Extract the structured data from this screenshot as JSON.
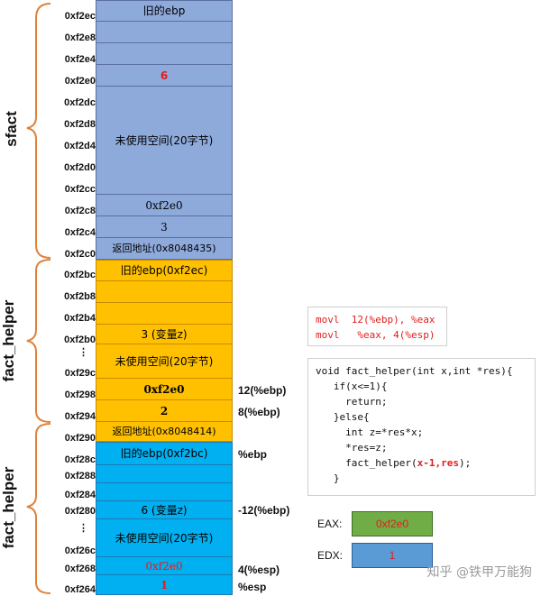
{
  "addresses": [
    "0xf2ec",
    "0xf2e8",
    "0xf2e4",
    "0xf2e0",
    "0xf2dc",
    "0xf2d8",
    "0xf2d4",
    "0xf2d0",
    "0xf2cc",
    "0xf2c8",
    "0xf2c4",
    "0xf2c0",
    "0xf2bc",
    "0xf2b8",
    "0xf2b4",
    "0xf2b0",
    "⋮",
    "0xf29c",
    "0xf298",
    "0xf294",
    "0xf290",
    "0xf28c",
    "0xf288",
    "0xf284",
    "0xf280",
    "⋮",
    "0xf26c",
    "0xf268",
    "0xf264"
  ],
  "cells": {
    "old_ebp": "旧的ebp",
    "six": "6",
    "unused_1": "未使用空间(20字节)",
    "f2e0_1": "0xf2e0",
    "three": "3",
    "ret_1": "返回地址(0x8048435)",
    "old_ebp_f2ec": "旧的ebp(0xf2ec)",
    "var_z_3": "3 (变量z)",
    "unused_2": "未使用空间(20字节)",
    "f2e0_2": "0xf2e0",
    "two": "2",
    "ret_2": "返回地址(0x8048414)",
    "old_ebp_f2bc": "旧的ebp(0xf2bc)",
    "var_z_6": "6 (变量z)",
    "unused_3": "未使用空间(20字节)",
    "f2e0_3": "0xf2e0",
    "one": "1"
  },
  "registers": {
    "r12ebp": "12(%ebp)",
    "r8ebp": "8(%ebp)",
    "ebp": "%ebp",
    "m12ebp": "-12(%ebp)",
    "r4esp": "4(%esp)",
    "esp": "%esp"
  },
  "frames": {
    "sfact": "sfact",
    "fact_helper_1": "fact_helper",
    "fact_helper_2": "fact_helper"
  },
  "asm": {
    "line1": "movl  12(%ebp), %eax",
    "line2": "movl   %eax, 4(%esp)"
  },
  "code": {
    "l1": "void fact_helper(int x,int *res){",
    "l2": "   if(x<=1){",
    "l3": "     return;",
    "l4": "   }else{",
    "l5": "     int z=*res*x;",
    "l6": "     *res=z;",
    "l7_pre": "     fact_helper(",
    "l7_a": "x-1",
    "l7_b": ",",
    "l7_c": "res",
    "l7_post": ");",
    "l8": "   }"
  },
  "eax": {
    "label": "EAX:",
    "value": "0xf2e0",
    "color": "#70ad47"
  },
  "edx": {
    "label": "EDX:",
    "value": "1",
    "color": "#5b9bd5"
  },
  "watermark": "知乎 @铁甲万能狗"
}
